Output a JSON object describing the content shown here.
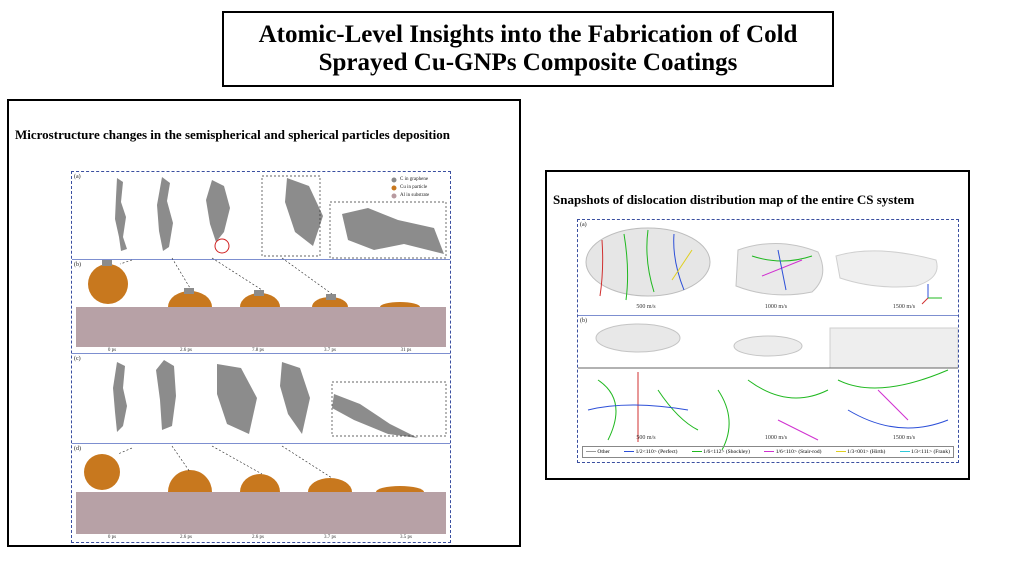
{
  "title": {
    "line1": "Atomic-Level Insights into the Fabrication of Cold",
    "line2": "Sprayed Cu-GNPs Composite Coatings"
  },
  "left_panel": {
    "heading": "Microstructure changes in the semispherical and spherical particles deposition",
    "labels": [
      "(a)",
      "(b)",
      "(c)",
      "(d)"
    ],
    "legend": [
      "C in graphene",
      "Cu in particle",
      "Al in substrate"
    ],
    "legend_colors": [
      "#8a8a8a",
      "#c8781e",
      "#b89aa0"
    ],
    "times_b": [
      "0 ps",
      "2.6 ps",
      "7.8 ps",
      "3.7 ps",
      "31 ps"
    ],
    "times_d": [
      "0 ps",
      "2.6 ps",
      "2.6 ps",
      "3.7 ps",
      "3.5 ps"
    ]
  },
  "right_panel": {
    "heading": "Snapshots of dislocation distribution map of the entire CS system",
    "labels": [
      "(a)",
      "(b)"
    ],
    "speeds": [
      "500 m/s",
      "1000 m/s",
      "1500 m/s"
    ],
    "legend": [
      {
        "label": "Other",
        "color": "#9a9a9a"
      },
      {
        "label": "1/2<110> (Perfect)",
        "color": "#2c4fd8"
      },
      {
        "label": "1/6<112> (Shockley)",
        "color": "#1fb81f"
      },
      {
        "label": "1/6<110> (Stair-rod)",
        "color": "#d030d0"
      },
      {
        "label": "1/3<001> (Hirth)",
        "color": "#e0d020"
      },
      {
        "label": "1/3<111> (Frank)",
        "color": "#30c8d8"
      }
    ]
  }
}
